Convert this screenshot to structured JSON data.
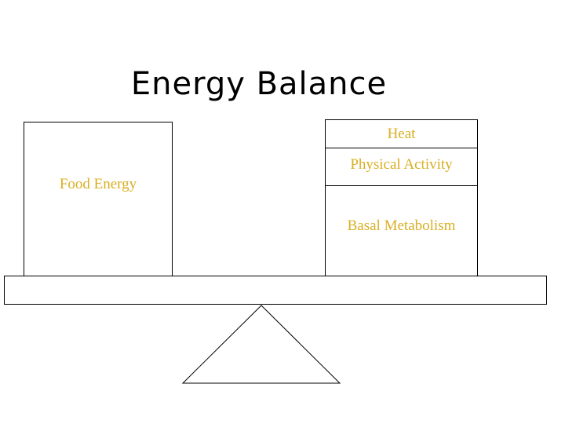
{
  "diagram": {
    "title": "Energy Balance",
    "type": "balance-scale",
    "colors": {
      "background": "#ffffff",
      "outline": "#000000",
      "label_text": "#D9AF23",
      "title_text": "#000000"
    },
    "left_pan": {
      "name": "energy-intake",
      "items": [
        {
          "label": "Food Energy"
        }
      ]
    },
    "right_pan": {
      "name": "energy-expenditure",
      "items": [
        {
          "label": "Heat"
        },
        {
          "label": "Physical Activity"
        },
        {
          "label": "Basal Metabolism"
        }
      ]
    },
    "fulcrum": {
      "name": "fulcrum-triangle"
    }
  }
}
